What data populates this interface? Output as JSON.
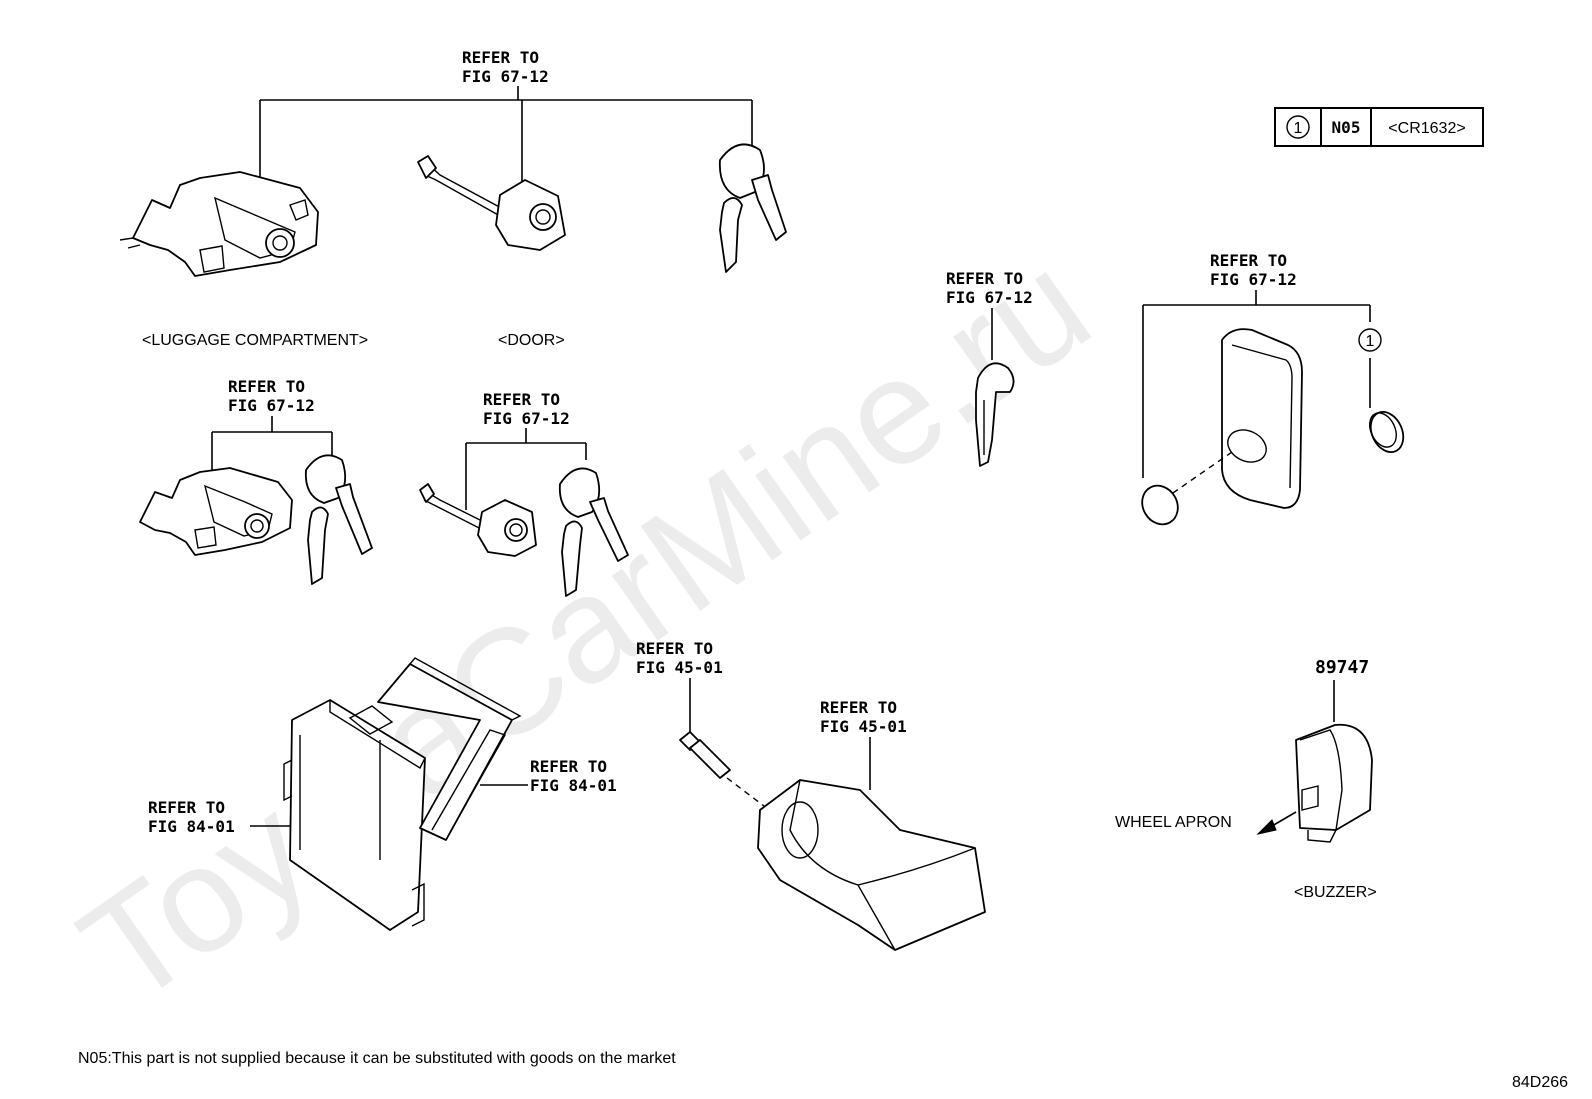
{
  "watermark": "ToyotaCarMine.ru",
  "legend": {
    "ref": "1",
    "code": "N05",
    "part": "<CR1632>"
  },
  "labels": {
    "refer_to": "REFER TO",
    "fig_67_12": "FIG 67-12",
    "fig_84_01": "FIG 84-01",
    "fig_45_01": "FIG 45-01",
    "luggage_compartment": "<LUGGAGE COMPARTMENT>",
    "door": "<DOOR>",
    "buzzer": "<BUZZER>",
    "buzzer_part_no": "89747",
    "wheel_apron": "WHEEL APRON",
    "key_ref": "1"
  },
  "footnote": "N05:This part is not supplied because it can be substituted with goods on the market",
  "illustration_code": "84D266"
}
